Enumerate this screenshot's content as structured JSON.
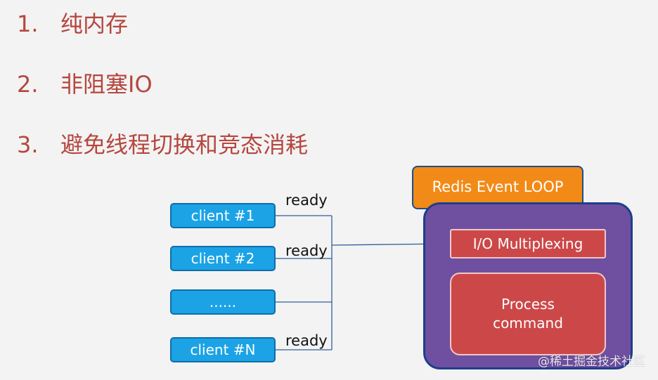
{
  "points": [
    {
      "num": "1.",
      "text": "纯内存"
    },
    {
      "num": "2.",
      "text": "非阻塞IO"
    },
    {
      "num": "3.",
      "text": "避免线程切换和竞态消耗"
    }
  ],
  "clients": [
    "client #1",
    "client #2",
    "......",
    "client #N"
  ],
  "ready_labels": [
    "ready",
    "ready",
    "ready"
  ],
  "event_loop": {
    "header": "Redis Event LOOP",
    "io": "I/O Multiplexing",
    "process": "Process command"
  },
  "watermark": "@稀土掘金技术社区",
  "colors": {
    "text_red": "#b5473f",
    "client_blue": "#1ba3e6",
    "loop_orange": "#f28a17",
    "loop_purple": "#6f4fa0",
    "box_red": "#cc4848"
  }
}
